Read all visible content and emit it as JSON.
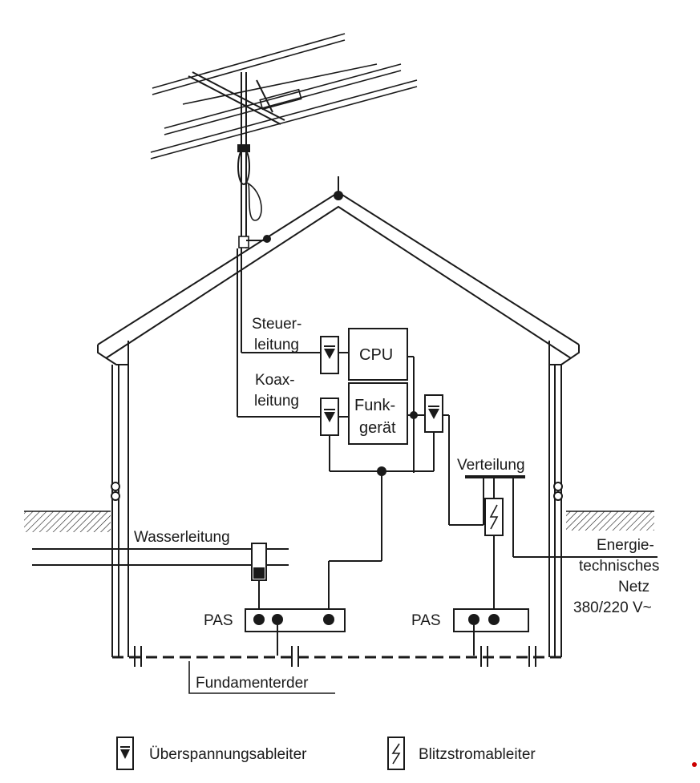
{
  "labels": {
    "steuer_line1": "Steuer-",
    "steuer_line2": "leitung",
    "koax_line1": "Koax-",
    "koax_line2": "leitung",
    "cpu": "CPU",
    "funk_line1": "Funk-",
    "funk_line2": "gerät",
    "verteilung": "Verteilung",
    "wasserleitung": "Wasserleitung",
    "energie_line1": "Energie-",
    "energie_line2": "technisches",
    "energie_line3": "Netz",
    "energie_line4": "380/220 V~",
    "pas_left": "PAS",
    "pas_right": "PAS",
    "fundamenterder": "Fundamenterder"
  },
  "legend": {
    "surge_label": "Überspannungsableiter",
    "lightning_label": "Blitzstromableiter"
  },
  "colors": {
    "line": "#1a1a1a",
    "background": "#ffffff",
    "accent_dot": "#cc0000"
  }
}
